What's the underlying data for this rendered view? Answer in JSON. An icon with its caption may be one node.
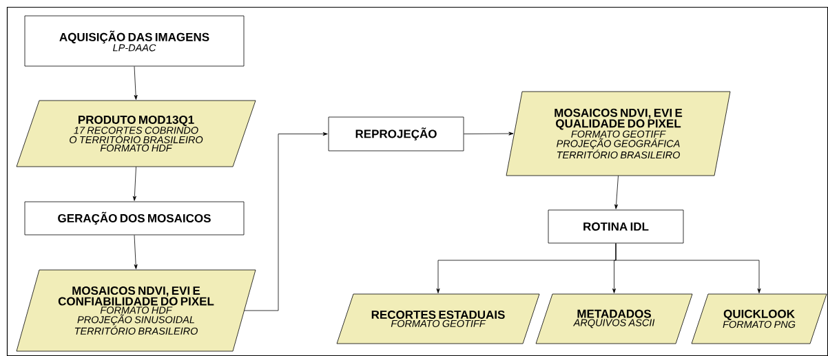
{
  "diagram": {
    "nodes": [
      {
        "text": [
          "AQUISIÇÃO DAS IMAGENS",
          "LP-DAAC"
        ]
      },
      {
        "text": [
          "PRODUTO MOD13Q1",
          "17 RECORTES COBRINDO O TERRITÓRIO BRASILEIRO",
          "FORMATO HDF"
        ]
      },
      {
        "text": [
          "GERAÇÃO DOS MOSAICOS"
        ]
      },
      {
        "text": [
          "MOSAICOS NDVI, EVI E CONFIABILIDADE DO PIXEL",
          "FORMATO HDF",
          "PROJEÇÃO SINUSOIDAL",
          "TERRITÓRIO BRASILEIRO"
        ]
      },
      {
        "text": [
          "REPROJEÇÃO"
        ]
      },
      {
        "text": [
          "MOSAICOS NDVI, EVI E QUALIDADE DO PIXEL",
          "FORMATO GEOTIFF",
          "PROJEÇÃO GEOGRÁFICA",
          "TERRITÓRIO BRASILEIRO"
        ]
      },
      {
        "text": [
          "ROTINA IDL"
        ]
      },
      {
        "text": [
          "RECORTES ESTADUAIS",
          "FORMATO GEOTIFF"
        ]
      },
      {
        "text": [
          "METADADOS",
          "ARQUIVOS ASCII"
        ]
      },
      {
        "text": [
          "QUICKLOOK",
          "FORMATO PNG"
        ]
      }
    ],
    "edges": [
      {
        "from": 0,
        "to": 1,
        "arrow": "to"
      },
      {
        "from": 1,
        "to": 2,
        "arrow": "to"
      },
      {
        "from": 2,
        "to": 3,
        "arrow": "to"
      },
      {
        "from": 3,
        "to": 4,
        "arrow": "to"
      },
      {
        "from": 4,
        "to": 5,
        "arrow": "to"
      },
      {
        "from": 5,
        "to": 6,
        "arrow": "to"
      },
      {
        "from": 6,
        "to": 7,
        "arrow": "to"
      },
      {
        "from": 6,
        "to": 8,
        "arrow": "to"
      },
      {
        "from": 6,
        "to": 9,
        "arrow": "to"
      }
    ]
  }
}
